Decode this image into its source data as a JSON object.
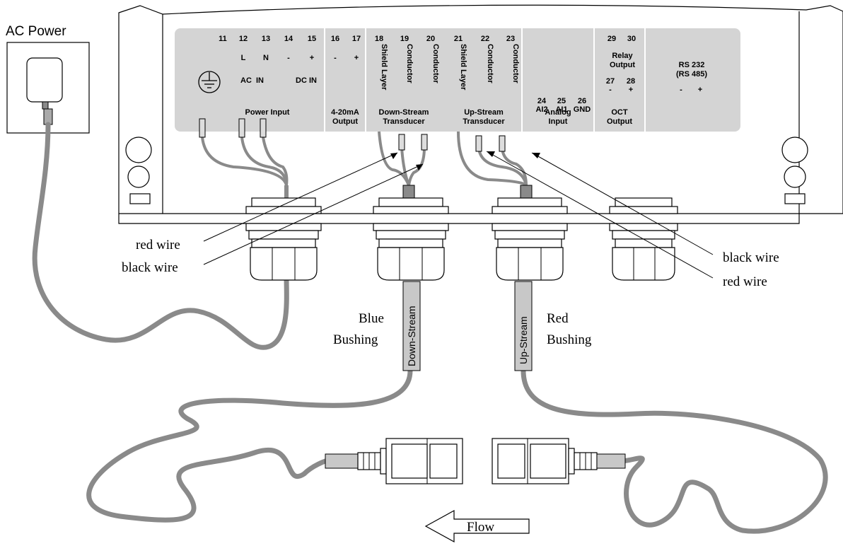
{
  "ac_power": "AC Power",
  "terminals": {
    "t11": "11",
    "t12": "12",
    "t13": "13",
    "t14": "14",
    "t15": "15",
    "t16": "16",
    "t17": "17",
    "t18": "18",
    "t19": "19",
    "t20": "20",
    "t21": "21",
    "t22": "22",
    "t23": "23",
    "t24": "24",
    "t25": "25",
    "t26": "26",
    "t27": "27",
    "t28": "28",
    "t29": "29",
    "t30": "30"
  },
  "marks": {
    "L": "L",
    "N": "N",
    "minus": "-",
    "plus": "+",
    "ac_in": "AC  IN",
    "dc_in": "DC IN",
    "ai2": "AI2",
    "ai1": "AI1",
    "gnd": "GND"
  },
  "vertical": {
    "shield": "Shield Layer",
    "conductor": "Conductor"
  },
  "groups": {
    "power_input": "Power Input",
    "ma_1": "4-20mA",
    "ma_2": "Output",
    "down_1": "Down-Stream",
    "down_2": "Transducer",
    "up_1": "Up-Stream",
    "up_2": "Transducer",
    "analog_1": "Analog",
    "analog_2": "Input",
    "oct_1": "OCT",
    "oct_2": "Output",
    "relay_1": "Relay",
    "relay_2": "Output",
    "rs_1": "RS 232",
    "rs_2": "(RS 485)"
  },
  "wires": {
    "red_wire": "red wire",
    "black_wire": "black wire"
  },
  "sleeves": {
    "down": "Down-Stream",
    "up": "Up-Stream"
  },
  "bushings": {
    "blue_1": "Blue",
    "blue_2": "Bushing",
    "red_1": "Red",
    "red_2": "Bushing"
  },
  "flow": "Flow",
  "colors": {
    "panel": "#d4d4d4",
    "cable": "#8a8a8a",
    "sleeve": "#c8c8c8"
  }
}
